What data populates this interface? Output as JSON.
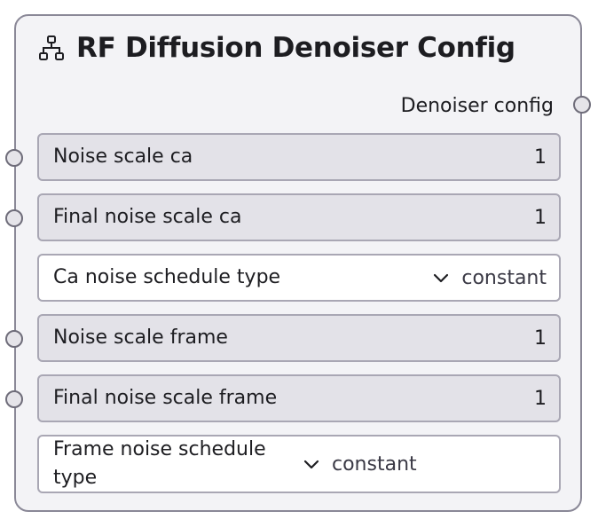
{
  "node": {
    "title": "RF Diffusion Denoiser Config",
    "icon": "network-hierarchy-icon",
    "output": {
      "label": "Denoiser config"
    },
    "fields": [
      {
        "label": "Noise scale ca",
        "value": "1",
        "type": "number",
        "has_input_port": true
      },
      {
        "label": "Final noise scale ca",
        "value": "1",
        "type": "number",
        "has_input_port": true
      },
      {
        "label": "Ca noise schedule type",
        "value": "constant",
        "type": "select",
        "has_input_port": false
      },
      {
        "label": "Noise scale frame",
        "value": "1",
        "type": "number",
        "has_input_port": true
      },
      {
        "label": "Final noise scale frame",
        "value": "1",
        "type": "number",
        "has_input_port": true
      },
      {
        "label": "Frame noise schedule type",
        "value": "constant",
        "type": "select",
        "has_input_port": false
      }
    ]
  },
  "colors": {
    "node_background": "#f3f3f6",
    "node_border": "#8a8897",
    "number_field_background": "#e3e2e8",
    "select_field_background": "#ffffff",
    "port_fill": "#e5e4e9",
    "port_border": "#6f6d7a"
  }
}
